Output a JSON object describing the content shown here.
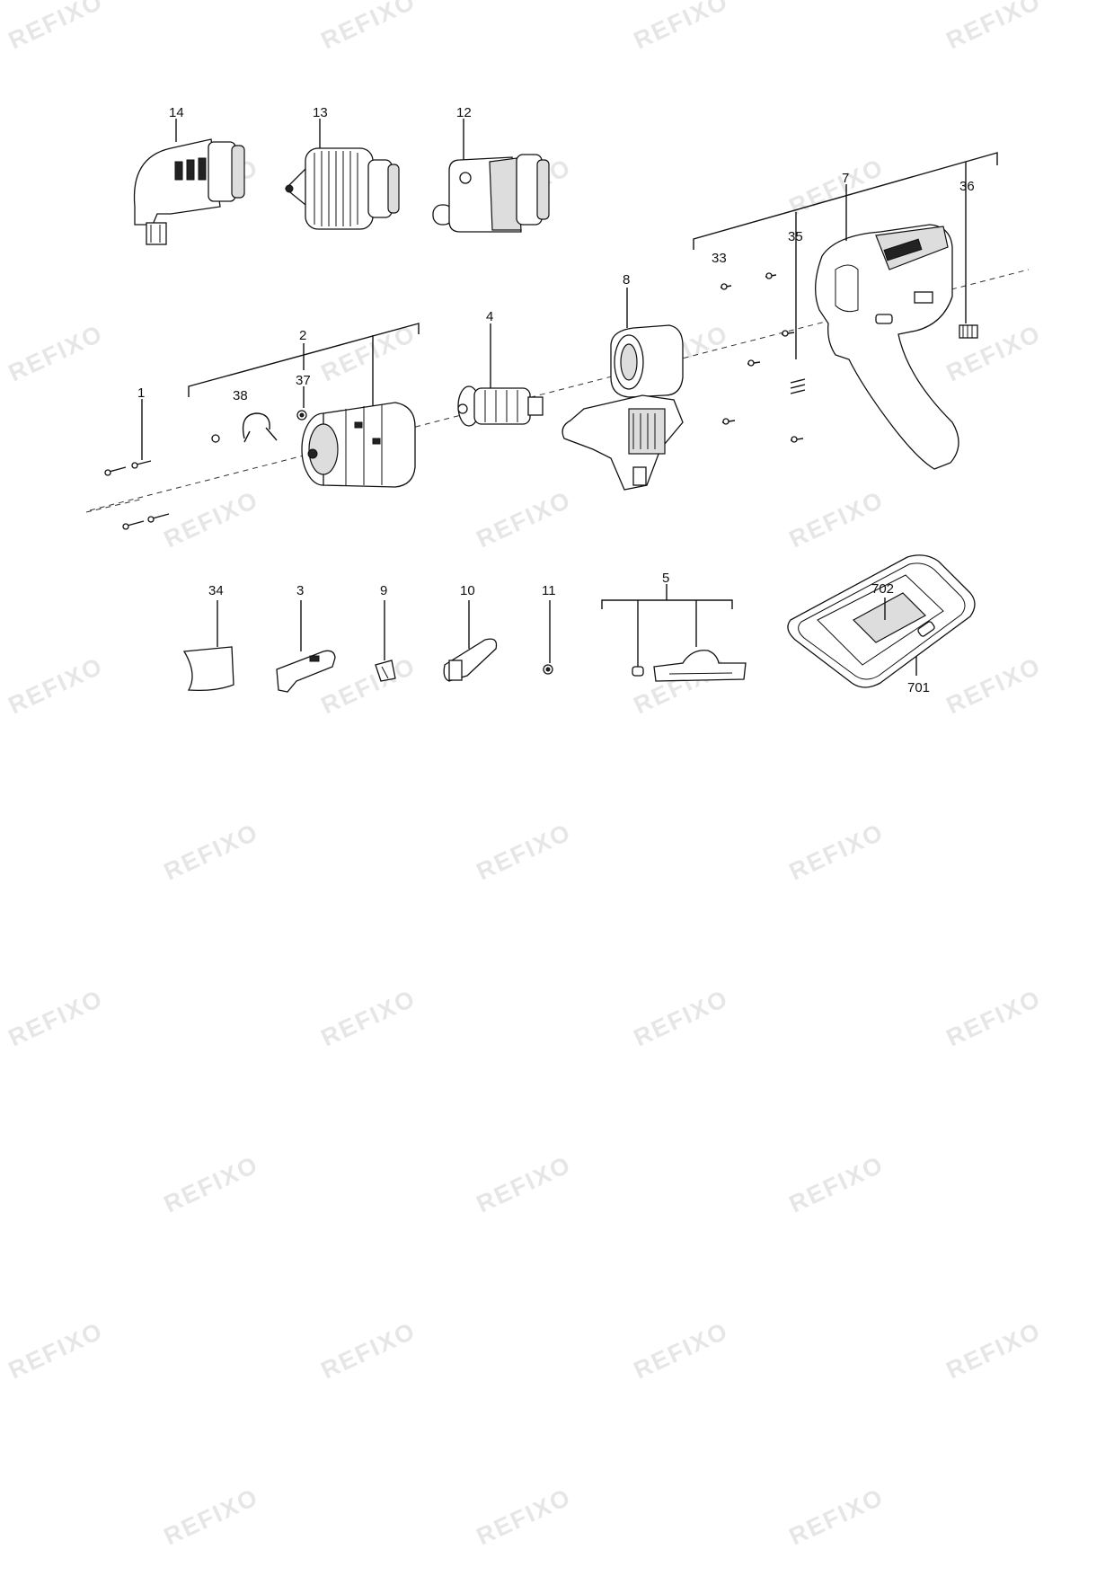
{
  "watermark": "REFIXO",
  "parts": [
    {
      "id": "p14",
      "label": "14"
    },
    {
      "id": "p13",
      "label": "13"
    },
    {
      "id": "p12",
      "label": "12"
    },
    {
      "id": "p7",
      "label": "7"
    },
    {
      "id": "p36",
      "label": "36"
    },
    {
      "id": "p35",
      "label": "35"
    },
    {
      "id": "p33",
      "label": "33"
    },
    {
      "id": "p8",
      "label": "8"
    },
    {
      "id": "p4",
      "label": "4"
    },
    {
      "id": "p2",
      "label": "2"
    },
    {
      "id": "p37",
      "label": "37"
    },
    {
      "id": "p38",
      "label": "38"
    },
    {
      "id": "p1",
      "label": "1"
    },
    {
      "id": "p34",
      "label": "34"
    },
    {
      "id": "p3",
      "label": "3"
    },
    {
      "id": "p9",
      "label": "9"
    },
    {
      "id": "p10",
      "label": "10"
    },
    {
      "id": "p11",
      "label": "11"
    },
    {
      "id": "p5",
      "label": "5"
    },
    {
      "id": "p702",
      "label": "702"
    },
    {
      "id": "p701",
      "label": "701"
    }
  ]
}
